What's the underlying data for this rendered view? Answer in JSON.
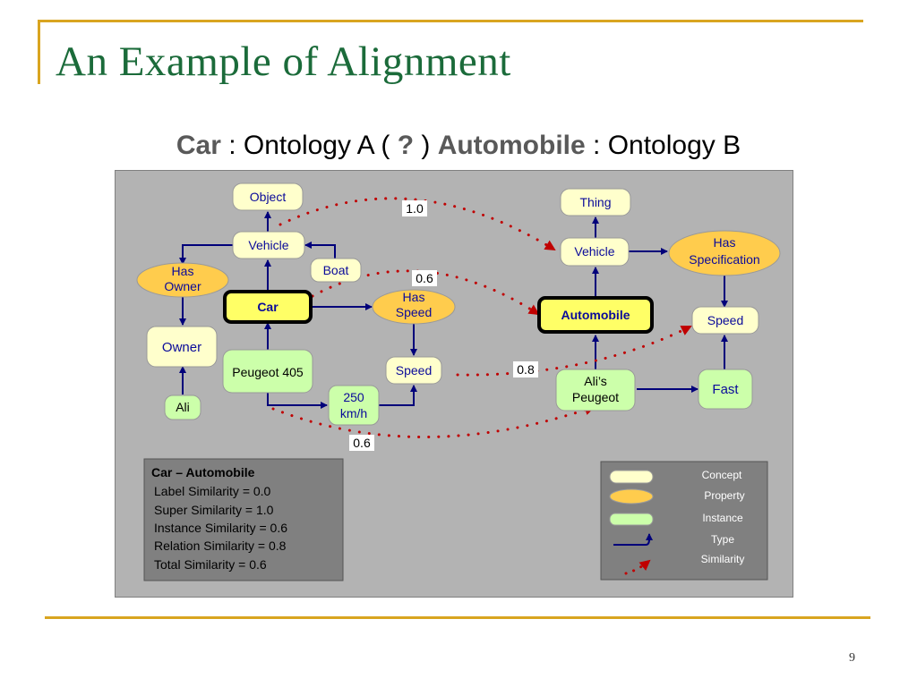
{
  "slide": {
    "title": "An Example of Alignment",
    "subtitle": {
      "term_a": "Car",
      "mid": " : Ontology A ( ",
      "q": "?",
      "close": " ) ",
      "term_b": "Automobile",
      "end": " : Ontology B"
    },
    "page_number": "9"
  },
  "diagram": {
    "ontology_a": {
      "object": "Object",
      "vehicle": "Vehicle",
      "has_owner": [
        "Has",
        "Owner"
      ],
      "boat": "Boat",
      "car": "Car",
      "has_speed": [
        "Has",
        "Speed"
      ],
      "owner": "Owner",
      "peugeot_405": "Peugeot 405",
      "speed": "Speed",
      "ali": "Ali",
      "kmh": [
        "250",
        "km/h"
      ]
    },
    "ontology_b": {
      "thing": "Thing",
      "vehicle": "Vehicle",
      "has_specification": [
        "Has",
        "Specification"
      ],
      "automobile": "Automobile",
      "speed": "Speed",
      "alis_peugeot": [
        "Ali’s",
        "Peugeot"
      ],
      "fast": "Fast"
    },
    "similarity_labels": {
      "vehicle_vehicle": "1.0",
      "car_automobile": "0.6",
      "speed_speed": "0.8",
      "instance": "0.6"
    },
    "summary": {
      "heading": "Car – Automobile",
      "lines": [
        "Label Similarity = 0.0",
        "Super Similarity = 1.0",
        "Instance Similarity = 0.6",
        "Relation Similarity = 0.8",
        "Total Similarity = 0.6"
      ]
    },
    "legend": {
      "concept": "Concept",
      "property": "Property",
      "instance": "Instance",
      "type": "Type",
      "similarity": "Similarity"
    },
    "colors": {
      "concept": "#ffffcc",
      "property": "#ffcc4d",
      "instance": "#ccffaa",
      "focus": "#ffff66",
      "arrow": "#00007a",
      "similarity": "#c00000",
      "panel": "#b3b3b3",
      "summary_box": "#808080",
      "legend_box": "#808080",
      "title": "#1b6b3a",
      "frame": "#d9a520"
    }
  }
}
